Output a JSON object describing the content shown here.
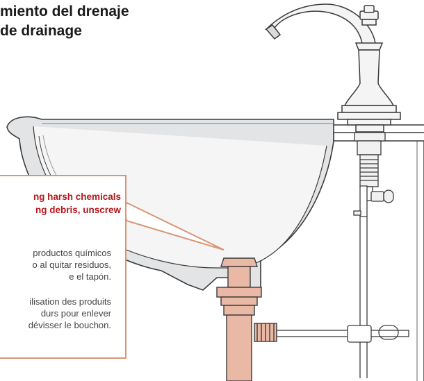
{
  "title": {
    "line1": "miento del drenaje",
    "line2": "de drainage"
  },
  "callout": {
    "warning_en": [
      "ng harsh chemicals",
      "ng debris, unscrew"
    ],
    "text_es": [
      "productos químicos",
      "o al quitar residuos,",
      "e el tapón."
    ],
    "text_fr": [
      "ilisation des produits",
      "durs pour enlever",
      "dévisser le bouchon."
    ]
  },
  "colors": {
    "warning": "#b5161b",
    "callout_border": "#d99575",
    "drain_copper": "#eab9a6",
    "basin_fill": "#e3e4e6",
    "outline": "#3a3a3a"
  }
}
